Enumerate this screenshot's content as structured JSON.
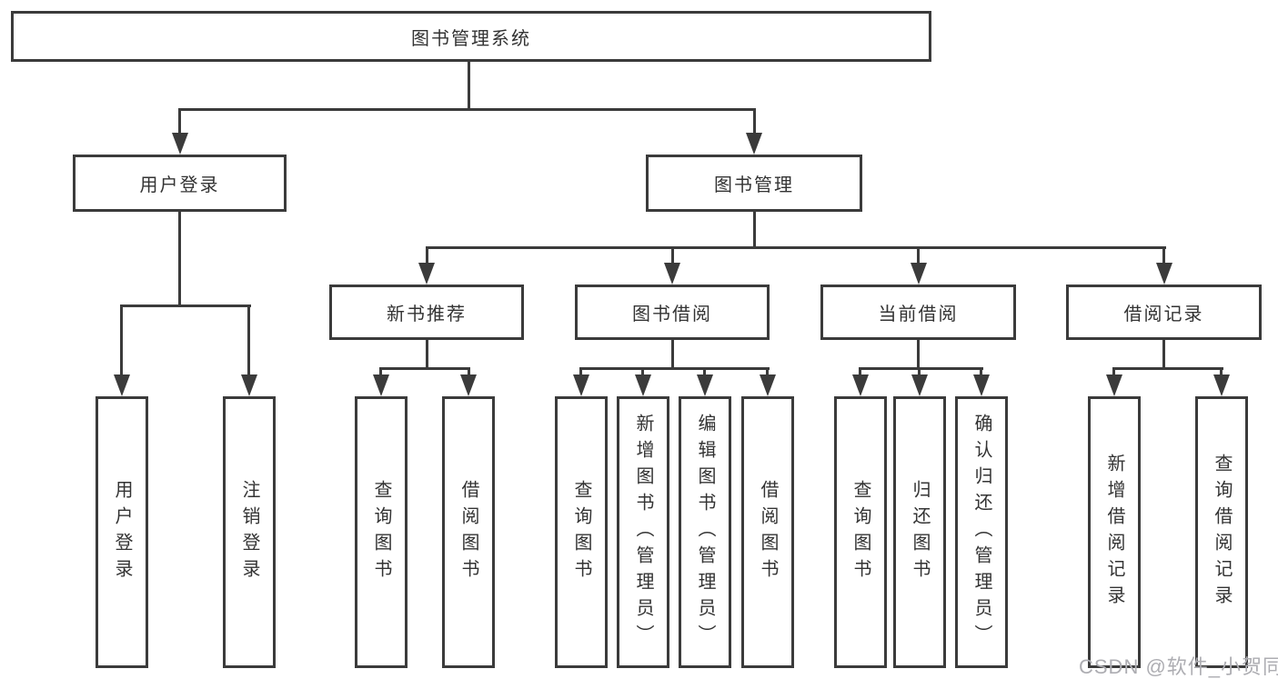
{
  "diagram": {
    "type": "hierarchy-tree",
    "root": {
      "label": "图书管理系统"
    },
    "branches": {
      "user_login": {
        "label": "用户登录",
        "children": [
          {
            "label": "用户登录"
          },
          {
            "label": "注销登录"
          }
        ]
      },
      "book_mgmt": {
        "label": "图书管理",
        "children": {
          "new_book_rec": {
            "label": "新书推荐",
            "children": [
              {
                "label": "查询图书"
              },
              {
                "label": "借阅图书"
              }
            ]
          },
          "book_borrow": {
            "label": "图书借阅",
            "children": [
              {
                "label": "查询图书"
              },
              {
                "label": "新增图书（管理员）"
              },
              {
                "label": "编辑图书（管理员）"
              },
              {
                "label": "借阅图书"
              }
            ]
          },
          "current_borrow": {
            "label": "当前借阅",
            "children": [
              {
                "label": "查询图书"
              },
              {
                "label": "归还图书"
              },
              {
                "label": "确认归还（管理员）"
              }
            ]
          },
          "borrow_records": {
            "label": "借阅记录",
            "children": [
              {
                "label": "新增借阅记录"
              },
              {
                "label": "查询借阅记录"
              }
            ]
          }
        }
      }
    }
  },
  "watermark": {
    "text": "CSDN @软件_小贺同学"
  },
  "colors": {
    "line": "#3b3b3b",
    "box_border": "#3b3b3b",
    "text": "#333333",
    "background": "#ffffff",
    "watermark": "#adadb2"
  }
}
